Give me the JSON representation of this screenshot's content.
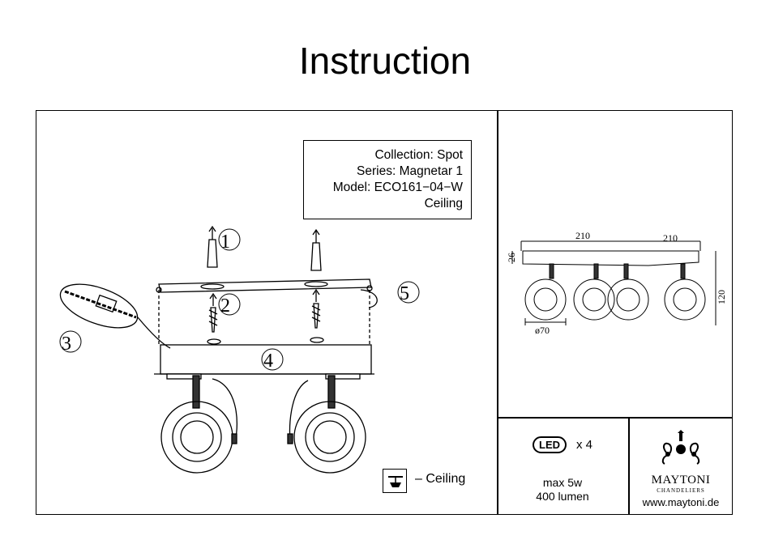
{
  "title": "Instruction",
  "product": {
    "collection": "Collection: Spot",
    "series": "Series: Magnetar 1",
    "model": "Model: ECO161−04−W",
    "type": "Ceiling"
  },
  "callouts": [
    "1",
    "2",
    "3",
    "4",
    "5"
  ],
  "mounting": {
    "label": "– Ceiling",
    "icon": "ceiling-mount-icon"
  },
  "dimensions": {
    "width_left": "210",
    "width_right": "210",
    "height_base": "26",
    "height_total": "120",
    "diameter": "ø70"
  },
  "spec": {
    "led_badge": "LED",
    "led_count": "x 4",
    "power": "max 5w",
    "lumen": "400 lumen"
  },
  "brand": {
    "name": "MAYTONI",
    "tagline": "CHANDELIERS",
    "url": "www.maytoni.de"
  }
}
